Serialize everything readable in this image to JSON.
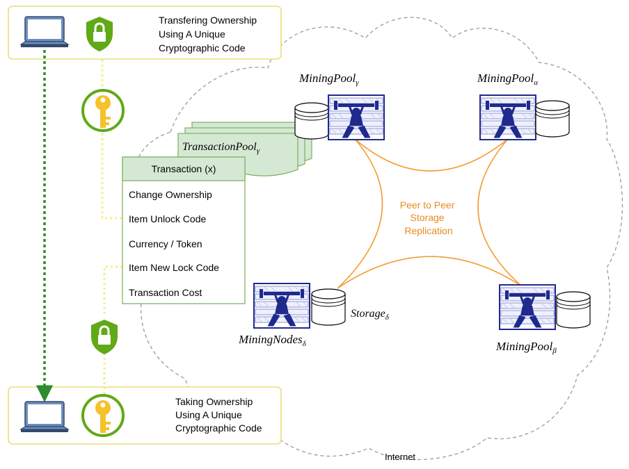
{
  "colors": {
    "box_border": "#e6e07a",
    "green_arrow": "#2e8b2e",
    "yellow_dotted": "#f3ef8a",
    "shield": "#60a917",
    "key": "#f6c12b",
    "txn_header": "#d5e8d4",
    "txn_border": "#82b366",
    "orange": "#f39c32",
    "server": "#1f2a8c",
    "cloud_border": "#9a9a9a"
  },
  "sender": {
    "text_lines": [
      "Transfering Ownership",
      "Using A Unique",
      "Cryptographic Code"
    ],
    "laptop_icon": "laptop-icon",
    "lock_icon": "shield-lock-icon"
  },
  "receiver": {
    "text_lines": [
      "Taking Ownership",
      "Using A Unique",
      "Cryptographic Code"
    ],
    "laptop_icon": "laptop-icon",
    "key_icon": "key-icon"
  },
  "transaction_pool": {
    "base": "TransactionPool",
    "sub": "γ"
  },
  "transaction": {
    "header": "Transaction (x)",
    "items": [
      "Change Ownership",
      "Item Unlock Code",
      "Currency / Token",
      "Item New Lock Code",
      "Transaction Cost"
    ]
  },
  "nodes": {
    "pool_gamma": {
      "base": "MiningPool",
      "sub": "γ"
    },
    "pool_alpha": {
      "base": "MiningPool",
      "sub": "α"
    },
    "pool_beta": {
      "base": "MiningPool",
      "sub": "β"
    },
    "nodes_delta": {
      "base": "MiningNodes",
      "sub": "δ"
    },
    "storage_delta": {
      "base": "Storage",
      "sub": "δ"
    }
  },
  "p2p": {
    "lines": [
      "Peer to Peer",
      "Storage",
      "Replication"
    ]
  },
  "cloud": {
    "label": "Internet"
  }
}
